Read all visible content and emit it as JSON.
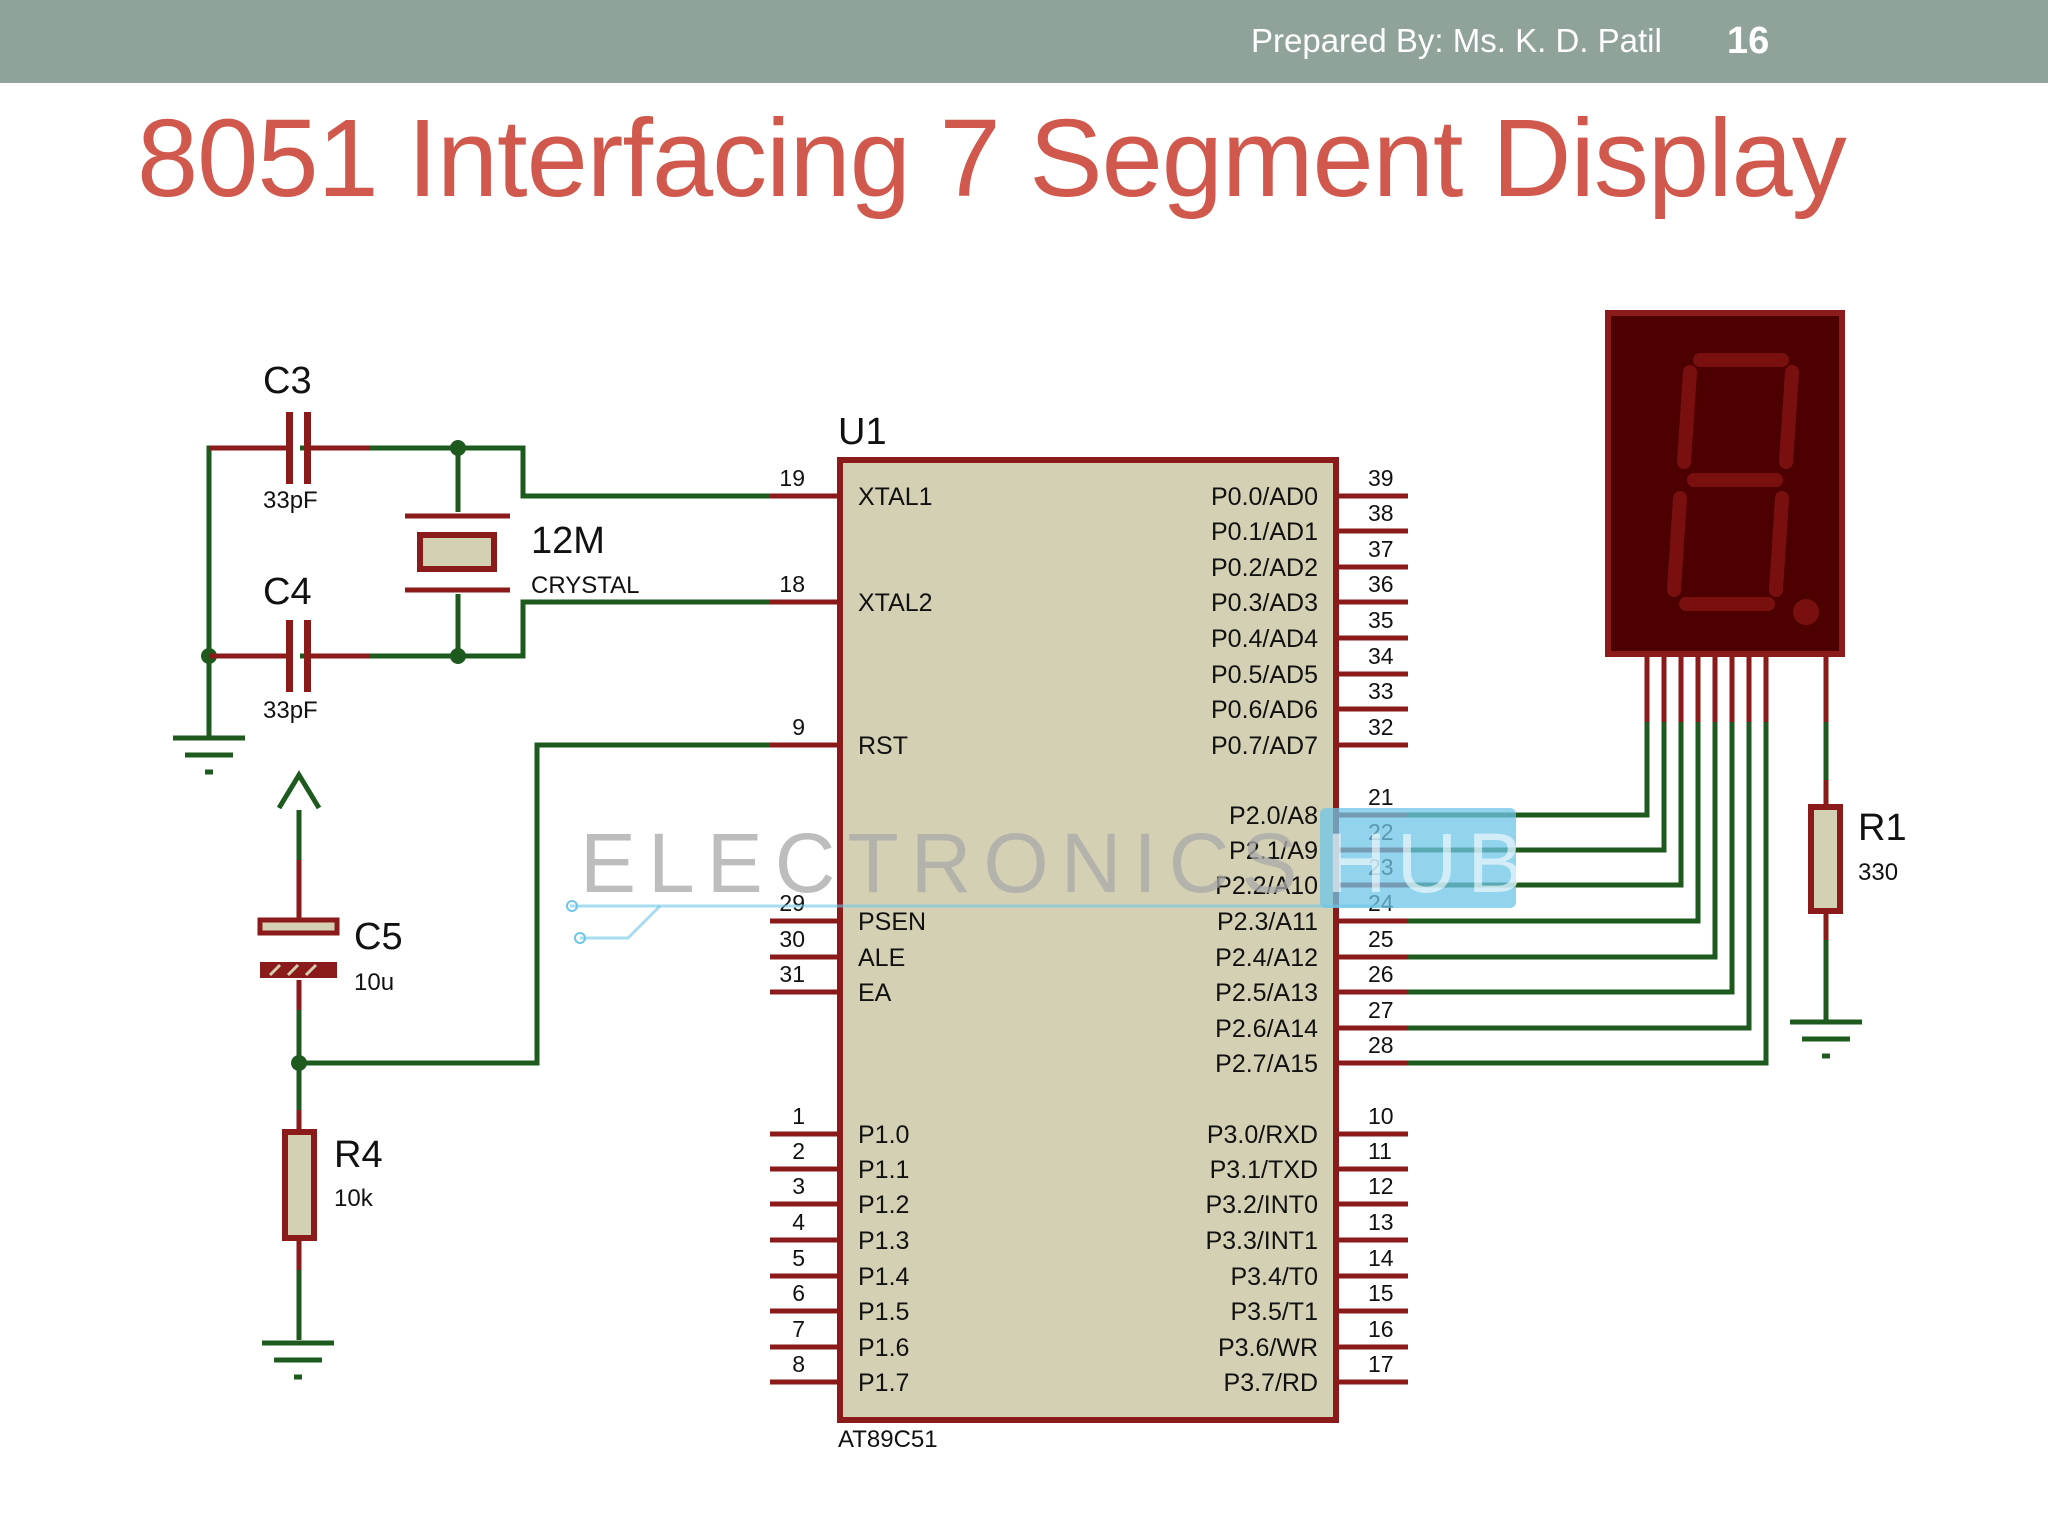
{
  "header": {
    "prepared_by": "Prepared By: Ms. K. D. Patil",
    "page_number": "16"
  },
  "slide": {
    "title": "8051 Interfacing 7 Segment Display"
  },
  "schematic": {
    "mcu": {
      "ref": "U1",
      "part": "AT89C51",
      "left_pins": [
        {
          "num": "19",
          "name": "XTAL1"
        },
        {
          "num": "18",
          "name": "XTAL2"
        },
        {
          "num": "9",
          "name": "RST"
        },
        {
          "num": "29",
          "name": "PSEN"
        },
        {
          "num": "30",
          "name": "ALE"
        },
        {
          "num": "31",
          "name": "EA"
        },
        {
          "num": "1",
          "name": "P1.0"
        },
        {
          "num": "2",
          "name": "P1.1"
        },
        {
          "num": "3",
          "name": "P1.2"
        },
        {
          "num": "4",
          "name": "P1.3"
        },
        {
          "num": "5",
          "name": "P1.4"
        },
        {
          "num": "6",
          "name": "P1.5"
        },
        {
          "num": "7",
          "name": "P1.6"
        },
        {
          "num": "8",
          "name": "P1.7"
        }
      ],
      "right_pins": [
        {
          "num": "39",
          "name": "P0.0/AD0"
        },
        {
          "num": "38",
          "name": "P0.1/AD1"
        },
        {
          "num": "37",
          "name": "P0.2/AD2"
        },
        {
          "num": "36",
          "name": "P0.3/AD3"
        },
        {
          "num": "35",
          "name": "P0.4/AD4"
        },
        {
          "num": "34",
          "name": "P0.5/AD5"
        },
        {
          "num": "33",
          "name": "P0.6/AD6"
        },
        {
          "num": "32",
          "name": "P0.7/AD7"
        },
        {
          "num": "21",
          "name": "P2.0/A8"
        },
        {
          "num": "22",
          "name": "P2.1/A9"
        },
        {
          "num": "23",
          "name": "P2.2/A10"
        },
        {
          "num": "24",
          "name": "P2.3/A11"
        },
        {
          "num": "25",
          "name": "P2.4/A12"
        },
        {
          "num": "26",
          "name": "P2.5/A13"
        },
        {
          "num": "27",
          "name": "P2.6/A14"
        },
        {
          "num": "28",
          "name": "P2.7/A15"
        },
        {
          "num": "10",
          "name": "P3.0/RXD"
        },
        {
          "num": "11",
          "name": "P3.1/TXD"
        },
        {
          "num": "12",
          "name": "P3.2/INT0"
        },
        {
          "num": "13",
          "name": "P3.3/INT1"
        },
        {
          "num": "14",
          "name": "P3.4/T0"
        },
        {
          "num": "15",
          "name": "P3.5/T1"
        },
        {
          "num": "16",
          "name": "P3.6/WR"
        },
        {
          "num": "17",
          "name": "P3.7/RD"
        }
      ]
    },
    "components": {
      "c3": {
        "ref": "C3",
        "value": "33pF"
      },
      "c4": {
        "ref": "C4",
        "value": "33pF"
      },
      "crystal": {
        "ref": "12M",
        "value": "CRYSTAL"
      },
      "c5": {
        "ref": "C5",
        "value": "10u"
      },
      "r4": {
        "ref": "R4",
        "value": "10k"
      },
      "r1": {
        "ref": "R1",
        "value": "330"
      }
    },
    "watermark": {
      "text": "ELECTRONICS",
      "badge": "HUB"
    }
  },
  "colors": {
    "header_bar": "#8fa39a",
    "title": "#d0584c",
    "wire": "#1e5a1e",
    "component_outline": "#8b1a1a",
    "chip_fill": "#d4d0b4",
    "display_body": "#4d0000",
    "watermark_badge": "#6ec6e8"
  }
}
